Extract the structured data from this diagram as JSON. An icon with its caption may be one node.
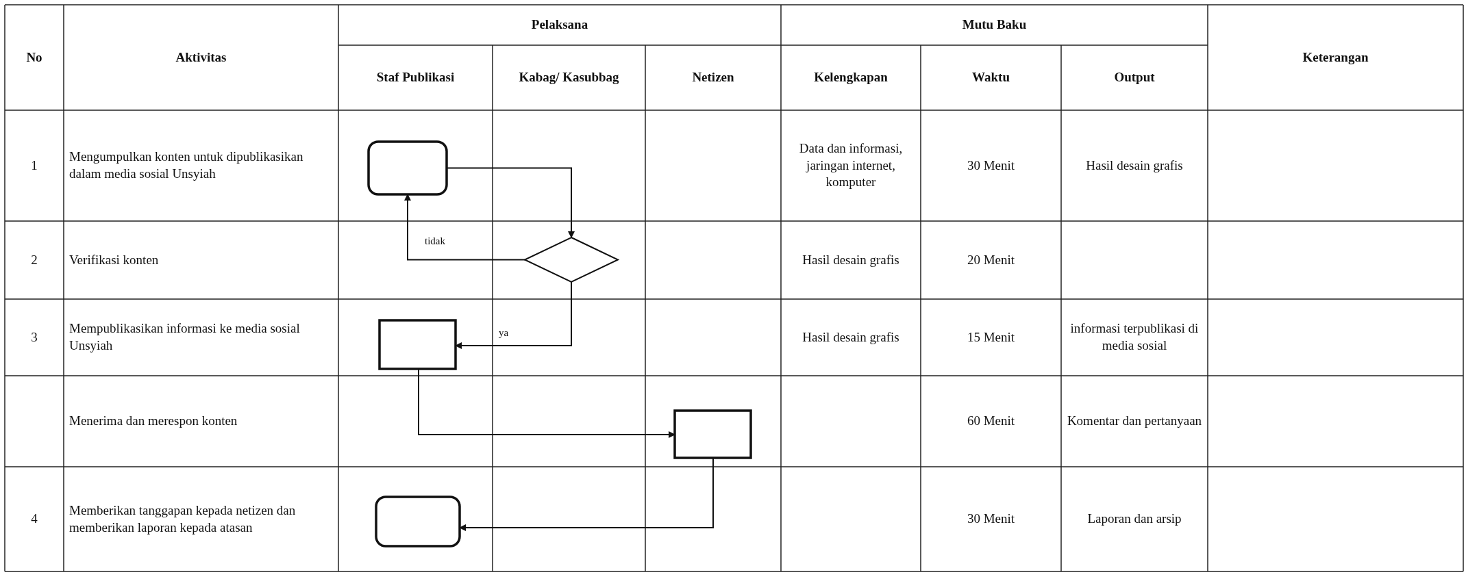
{
  "diagram": {
    "nodes": [
      {
        "text": [],
        "shape": "box"
      },
      {
        "text": [],
        "shape": "diamond"
      },
      {
        "text": [],
        "shape": "box"
      },
      {
        "text": [],
        "shape": "box"
      },
      {
        "text": [],
        "shape": "box"
      }
    ],
    "edges": [
      {
        "from": 0,
        "to": 1,
        "arrow": "to"
      },
      {
        "from": 1,
        "to": 0,
        "arrow": "to",
        "label": "tidak"
      },
      {
        "from": 1,
        "to": 2,
        "arrow": "to",
        "label": "ya"
      },
      {
        "from": 2,
        "to": 3,
        "arrow": "to"
      },
      {
        "from": 3,
        "to": 4,
        "arrow": "to"
      }
    ],
    "labels": [
      "No",
      "Aktivitas",
      "Pelaksana",
      "Mutu Baku",
      "Keterangan",
      "Staf Publikasi",
      "Kabag/ Kasubbag",
      "Netizen",
      "Kelengkapan",
      "Waktu",
      "Output",
      "1",
      "Mengumpulkan konten untuk dipublikasikan dalam media sosial Unsyiah",
      "Data dan informasi, jaringan internet, komputer",
      "30 Menit",
      "Hasil desain grafis",
      "2",
      "Verifikasi konten",
      "Hasil desain grafis",
      "20 Menit",
      "3",
      "Mempublikasikan informasi ke media sosial Unsyiah",
      "Hasil desain grafis",
      "15 Menit",
      "informasi terpublikasi di media sosial",
      "Menerima dan merespon konten",
      "60 Menit",
      "Komentar dan pertanyaan",
      "4",
      "Memberikan tanggapan kepada netizen dan memberikan laporan kepada atasan",
      "30 Menit",
      "Laporan dan arsip"
    ]
  }
}
